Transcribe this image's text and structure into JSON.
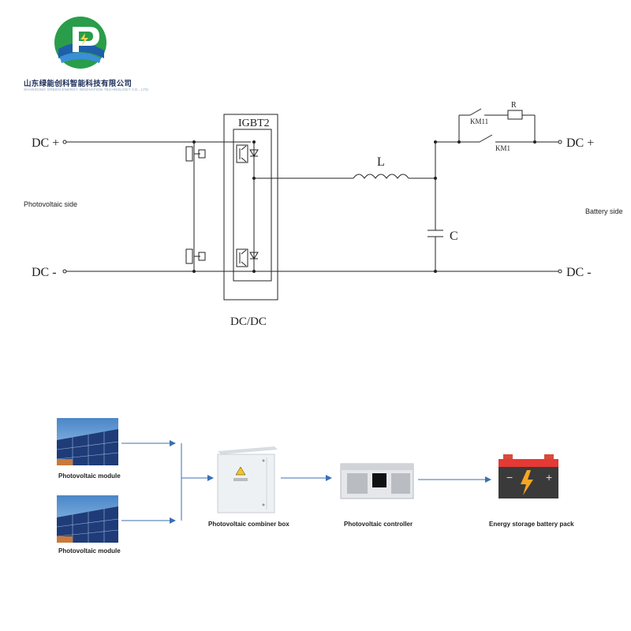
{
  "logo": {
    "company_cn": "山东绿能创科智能科技有限公司",
    "company_en": "SHANDONG GREEN ENERGY INNOVATION TECHNOLOGY CO., LTD."
  },
  "circuit": {
    "left_pos": "DC +",
    "left_neg": "DC -",
    "right_pos": "DC +",
    "right_neg": "DC -",
    "left_side": "Photovoltaic side",
    "right_side": "Battery side",
    "igbt": "IGBT2",
    "block": "DC/DC",
    "inductor": "L",
    "capacitor": "C",
    "resistor": "R",
    "km11": "KM11",
    "km1": "KM1"
  },
  "flow": {
    "module1": "Photovoltaic module",
    "module2": "Photovoltaic module",
    "combiner": "Photovoltaic combiner box",
    "controller": "Photovoltaic controller",
    "battery": "Energy storage battery pack",
    "colors": {
      "arrow": "#3a6fb5",
      "battery_body": "#3a3a3a",
      "battery_top": "#e53935",
      "bolt": "#f5a623"
    }
  }
}
